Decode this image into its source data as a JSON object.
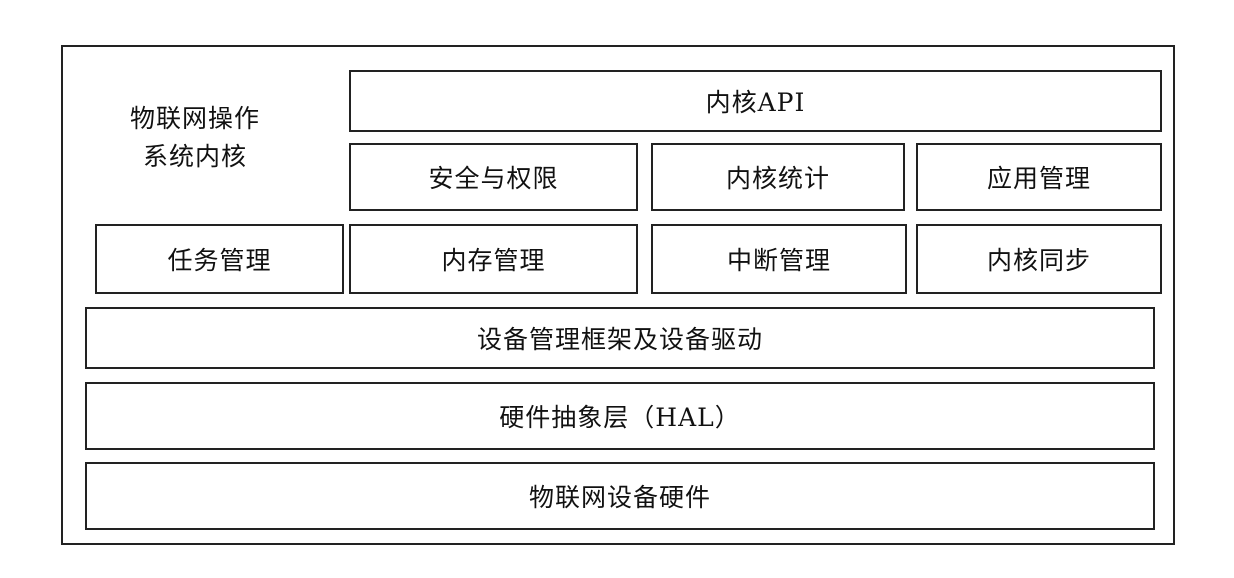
{
  "kernel_label": {
    "line1": "物联网操作",
    "line2": "系统内核"
  },
  "row_api": {
    "label": "内核API"
  },
  "row_services": {
    "security": "安全与权限",
    "statistics": "内核统计",
    "app_management": "应用管理"
  },
  "row_core": {
    "task_management": "任务管理",
    "memory_management": "内存管理",
    "interrupt_management": "中断管理",
    "kernel_sync": "内核同步"
  },
  "row_device_framework": {
    "label": "设备管理框架及设备驱动"
  },
  "row_hal": {
    "label": "硬件抽象层（HAL）"
  },
  "row_hardware": {
    "label": "物联网设备硬件"
  }
}
